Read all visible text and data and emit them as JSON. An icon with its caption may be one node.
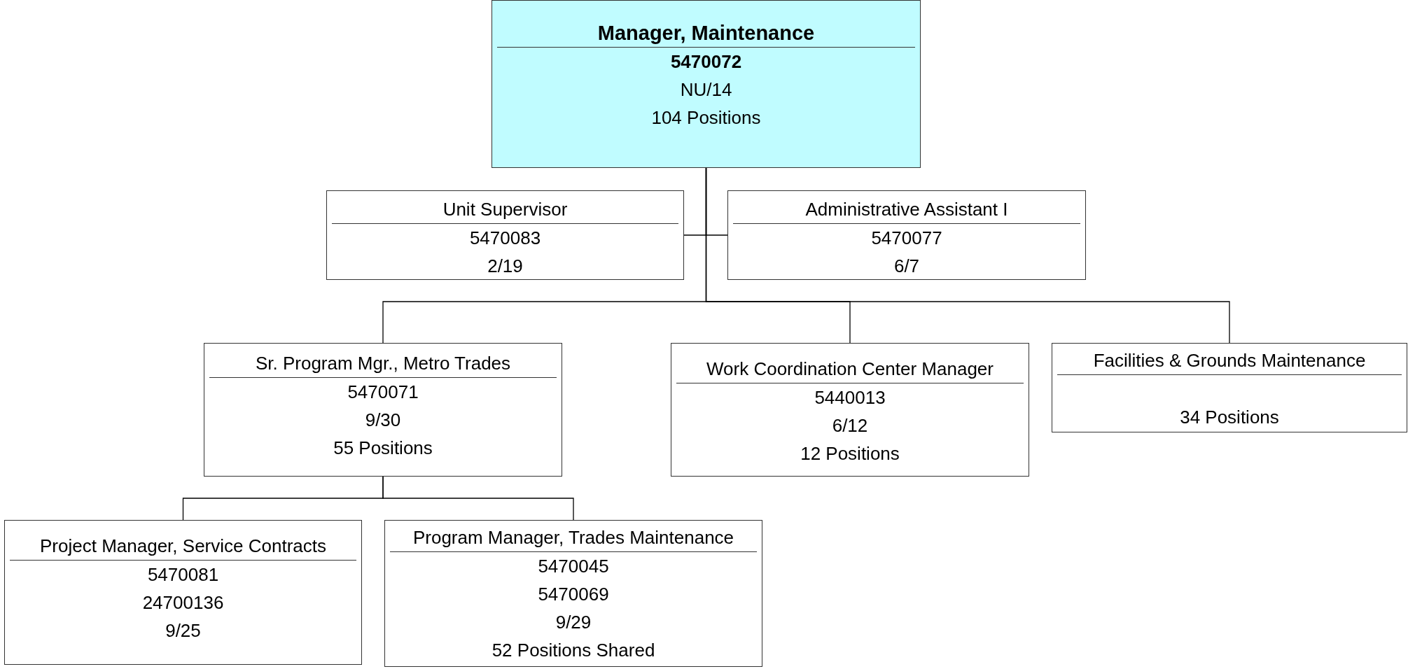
{
  "diagram": {
    "nodes": [
      {
        "text": [
          "Manager, Maintenance",
          "5470072",
          "NU/14",
          "104 Positions"
        ]
      },
      {
        "text": [
          "Unit Supervisor",
          "5470083",
          "2/19"
        ]
      },
      {
        "text": [
          "Administrative Assistant I",
          "5470077",
          "6/7"
        ]
      },
      {
        "text": [
          "Sr. Program Mgr., Metro Trades",
          "5470071",
          "9/30",
          "55 Positions"
        ]
      },
      {
        "text": [
          "Work Coordination Center Manager",
          "5440013",
          "6/12",
          "12 Positions"
        ]
      },
      {
        "text": [
          "Facilities & Grounds Maintenance",
          "34 Positions"
        ]
      },
      {
        "text": [
          "Project Manager, Service Contracts",
          "5470081",
          "24700136",
          "9/25"
        ]
      },
      {
        "text": [
          "Program Manager, Trades Maintenance",
          "5470045",
          "5470069",
          "9/29",
          "52 Positions Shared"
        ]
      }
    ],
    "edges": [
      {
        "from": 0,
        "to": 1,
        "arrow": "none"
      },
      {
        "from": 0,
        "to": 2,
        "arrow": "none"
      },
      {
        "from": 0,
        "to": 3,
        "arrow": "none"
      },
      {
        "from": 0,
        "to": 4,
        "arrow": "none"
      },
      {
        "from": 0,
        "to": 5,
        "arrow": "none"
      },
      {
        "from": 3,
        "to": 6,
        "arrow": "none"
      },
      {
        "from": 3,
        "to": 7,
        "arrow": "none"
      }
    ]
  }
}
